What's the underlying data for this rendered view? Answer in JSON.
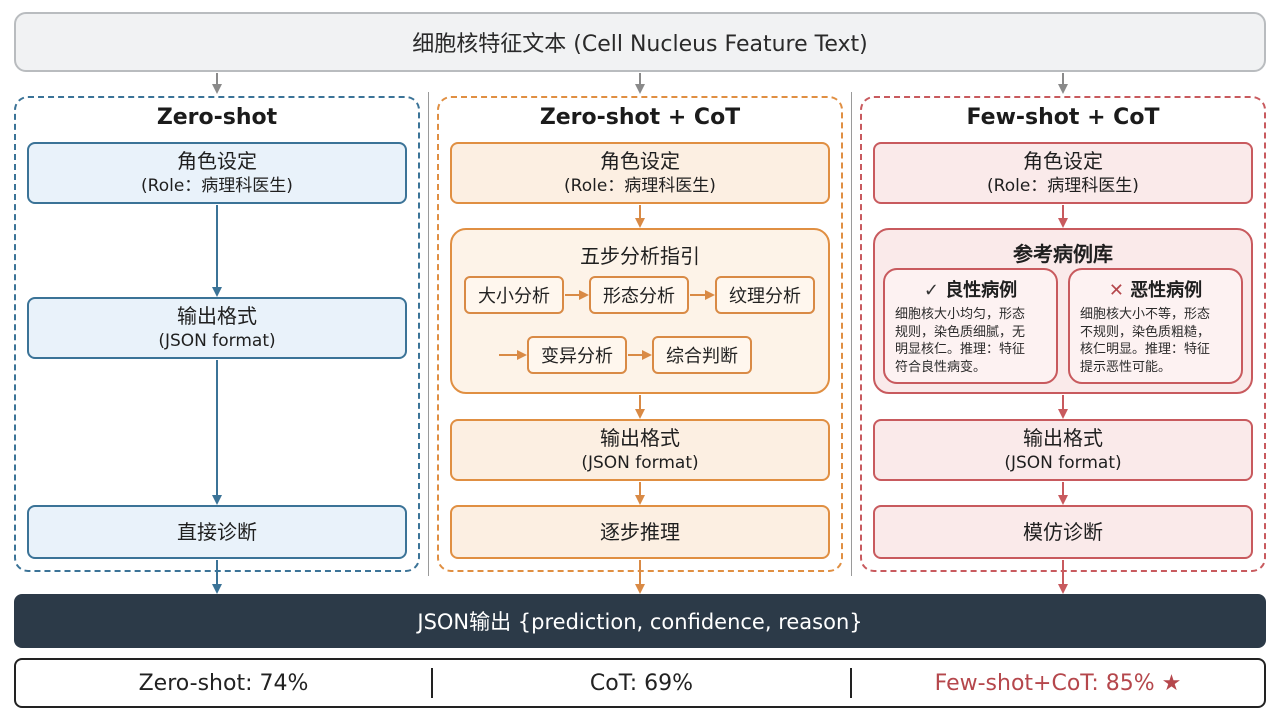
{
  "header": {
    "title": "细胞核特征文本 (Cell Nucleus Feature Text)"
  },
  "columns": [
    {
      "title": "Zero-shot",
      "role": {
        "main": "角色设定",
        "sub": "(Role：病理科医生)"
      },
      "output_format": {
        "main": "输出格式",
        "sub": "(JSON format)"
      },
      "final": "直接诊断"
    },
    {
      "title": "Zero-shot + CoT",
      "role": {
        "main": "角色设定",
        "sub": "(Role：病理科医生)"
      },
      "guide": {
        "title": "五步分析指引",
        "steps": [
          "大小分析",
          "形态分析",
          "纹理分析",
          "变异分析",
          "综合判断"
        ]
      },
      "output_format": {
        "main": "输出格式",
        "sub": "(JSON format)"
      },
      "final": "逐步推理"
    },
    {
      "title": "Few-shot + CoT",
      "role": {
        "main": "角色设定",
        "sub": "(Role：病理科医生)"
      },
      "library": {
        "title": "参考病例库",
        "benign": {
          "icon": "check-icon",
          "title": "良性病例",
          "lines": [
            "细胞核大小均匀，形态",
            "规则，染色质细腻，无",
            "明显核仁。推理：特征",
            "符合良性病变。"
          ]
        },
        "malignant": {
          "icon": "cross-icon",
          "title": "恶性病例",
          "lines": [
            "细胞核大小不等，形态",
            "不规则，染色质粗糙，",
            "核仁明显。推理：特征",
            "提示恶性可能。"
          ]
        }
      },
      "output_format": {
        "main": "输出格式",
        "sub": "(JSON format)"
      },
      "final": "模仿诊断"
    }
  ],
  "output_bar": {
    "text": "JSON输出 {prediction, confidence, reason}"
  },
  "results": {
    "zero_shot": "Zero-shot: 74%",
    "cot": "CoT: 69%",
    "few_shot": "Few-shot+CoT: 85% ★"
  },
  "colors": {
    "blue": "#3b7397",
    "orange": "#e08f42",
    "red": "#c85a5e",
    "output_bar": "#2c3a48",
    "highlight_text": "#b5474c"
  }
}
